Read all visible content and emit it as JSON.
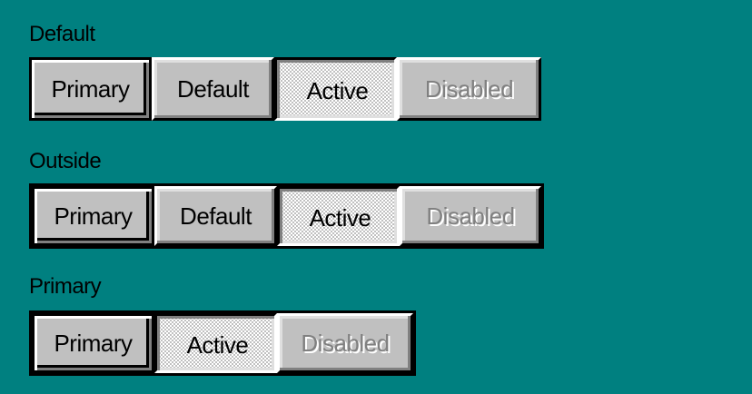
{
  "colors": {
    "desktop": "#008080",
    "face": "#c0c0c0",
    "highlight": "#ffffff",
    "shadow": "#808080",
    "dark": "#000000",
    "disabled_text": "#808080"
  },
  "sections": [
    {
      "label": "Default",
      "buttons": [
        {
          "label": "Primary",
          "state": "primary"
        },
        {
          "label": "Default",
          "state": "default"
        },
        {
          "label": "Active",
          "state": "active"
        },
        {
          "label": "Disabled",
          "state": "disabled"
        }
      ]
    },
    {
      "label": "Outside",
      "buttons": [
        {
          "label": "Primary",
          "state": "primary"
        },
        {
          "label": "Default",
          "state": "default"
        },
        {
          "label": "Active",
          "state": "active"
        },
        {
          "label": "Disabled",
          "state": "disabled"
        }
      ]
    },
    {
      "label": "Primary",
      "buttons": [
        {
          "label": "Primary",
          "state": "primary"
        },
        {
          "label": "Active",
          "state": "active"
        },
        {
          "label": "Disabled",
          "state": "disabled"
        }
      ]
    }
  ]
}
